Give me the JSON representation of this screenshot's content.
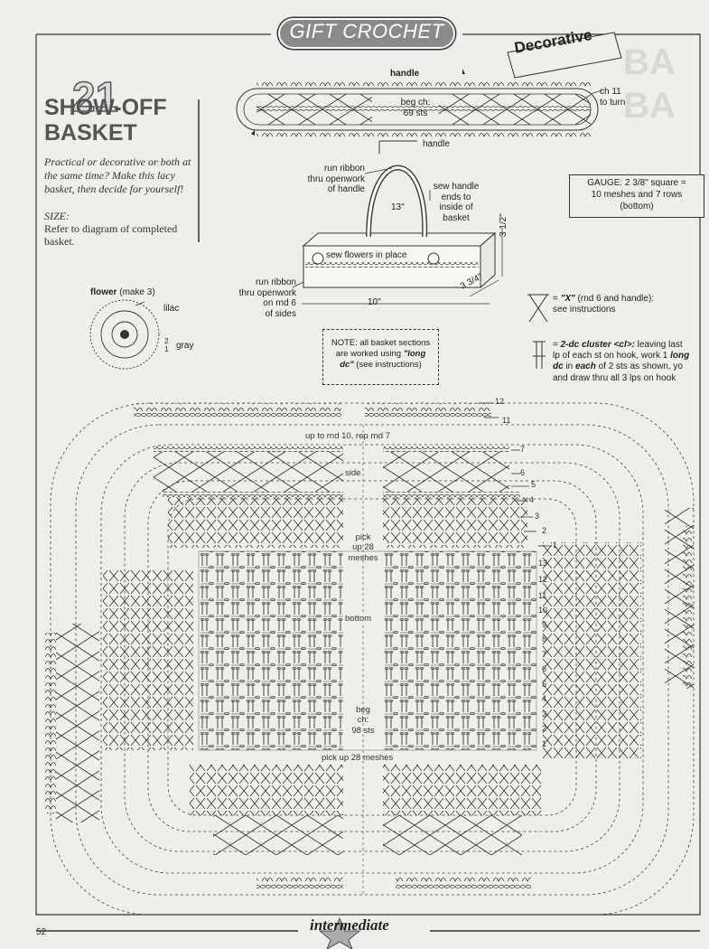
{
  "header": {
    "banner": "GIFT CROCHET",
    "tag": "Decorative",
    "pattern_number": "21"
  },
  "intro": {
    "title_line1": "SHOW-OFF",
    "title_line2": "BASKET",
    "description": "Practical or decorative or both at the same time? Make this lacy basket, then decide for yourself!",
    "size_label": "SIZE:",
    "size_text": "Refer to diagram of completed basket."
  },
  "handle_chart": {
    "label": "handle",
    "beg_line1": "beg ch:",
    "beg_line2": "69 sts",
    "turn_line1": "ch 11",
    "turn_line2": "to turn"
  },
  "basket_diagram": {
    "handle": "handle",
    "ribbon_top_1": "run ribbon",
    "ribbon_top_2": "thru openwork",
    "ribbon_top_3": "of handle",
    "handle_len": "13\"",
    "sew_1": "sew handle",
    "sew_2": "ends to",
    "sew_3": "inside of",
    "sew_4": "basket",
    "flowers": "sew flowers in place",
    "height": "3 1/2\"",
    "depth": "3 3/4\"",
    "width": "10\"",
    "ribbon_side_1": "run ribbon",
    "ribbon_side_2": "thru openwork",
    "ribbon_side_3": "on rnd 6",
    "ribbon_side_4": "of sides"
  },
  "gauge": {
    "line1": "GAUGE:  2 3/8\" square =",
    "line2": "10 meshes and 7 rows",
    "line3": "(bottom)"
  },
  "flower": {
    "label": "flower",
    "make": "(make 3)",
    "lilac": "lilac",
    "row2": "2",
    "row1": "1",
    "gray": "gray"
  },
  "note": {
    "line1": "NOTE:  all basket sections",
    "line2_pre": "are worked using ",
    "line2_b": "\"long",
    "line3_b": "dc\"",
    "line3_post": " (see instructions)"
  },
  "legend": {
    "x_eq": "= ",
    "x_sym": "\"X\"",
    "x_text1": " (rnd 6 and handle):",
    "x_text2": "see instructions",
    "cl_eq": "= ",
    "cl_sym": "2-dc cluster <cl>:",
    "cl_text1": " leaving last",
    "cl_text2a": "lp of each st on hook, work 1 ",
    "cl_text2b": "long",
    "cl_text3a": "dc",
    "cl_text3b": " in ",
    "cl_text3c": "each",
    "cl_text3d": " of 2 sts as shown, yo",
    "cl_text4": "and draw thru all 3 lps on hook"
  },
  "chart": {
    "up_to": "up to rnd 10, rep  rnd 7",
    "side": "side",
    "pick1": "pick",
    "pick2": "up 28",
    "pick3": "meshes",
    "bottom": "bottom",
    "beg1": "beg",
    "beg2": "ch:",
    "beg3": "98 sts",
    "pick_bottom": "pick up 28 meshes",
    "side_rounds": [
      "12",
      "11",
      "7",
      "6",
      "5",
      "4",
      "3",
      "2",
      "1"
    ],
    "bottom_rows": [
      "13",
      "12",
      "11",
      "10",
      "9",
      "8",
      "7",
      "6",
      "5",
      "4",
      "3",
      "2",
      "1"
    ]
  },
  "footer": {
    "logo": "intermediate",
    "page": "52"
  }
}
